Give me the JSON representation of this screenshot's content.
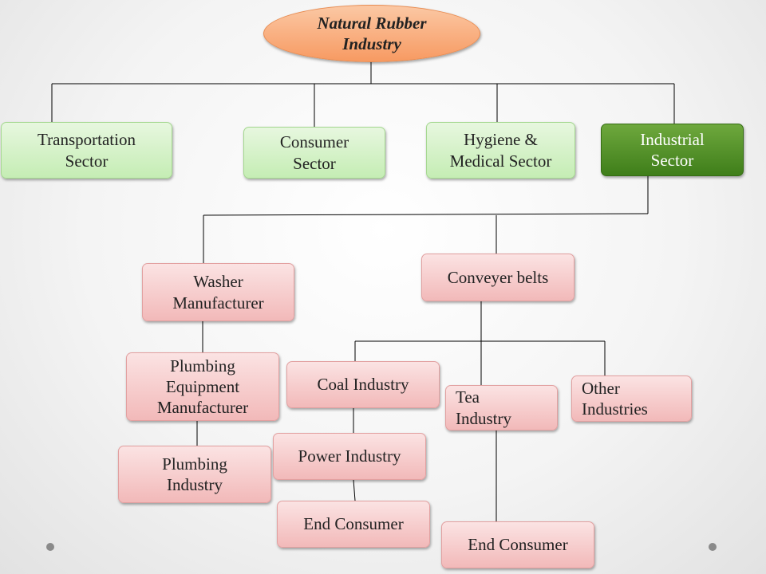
{
  "root": {
    "label": "Natural Rubber\nIndustry"
  },
  "sectors": {
    "transportation": "Transportation\nSector",
    "consumer": "Consumer\nSector",
    "hygiene": "Hygiene &\nMedical Sector",
    "industrial": "Industrial\nSector"
  },
  "industrial_children": {
    "washer": "Washer\nManufacturer",
    "conveyer": "Conveyer belts",
    "plumbing_equipment": "Plumbing\nEquipment\nManufacturer",
    "plumbing_industry": "Plumbing\nIndustry"
  },
  "conveyer_children": {
    "coal": "Coal Industry",
    "tea": "Tea\nIndustry",
    "other": "Other\nIndustries",
    "power": "Power Industry",
    "end_consumer_left": "End Consumer",
    "end_consumer_right": "End Consumer"
  },
  "colors": {
    "root_fill": "#f79a62",
    "sector_fill": "#c5edb4",
    "highlight_sector_fill": "#3f7e1a",
    "child_fill": "#f2b9b9",
    "connector": "#000000"
  }
}
